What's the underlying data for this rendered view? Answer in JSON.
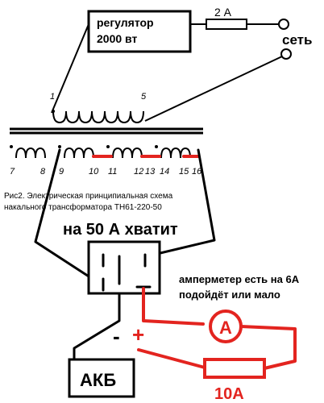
{
  "regulator": {
    "line1": "регулятор",
    "line2": "2000 вт"
  },
  "fuse_label": "2 А",
  "mains_label": "сеть",
  "winding_numbers": [
    "1",
    "5",
    "7",
    "8",
    "9",
    "10",
    "11",
    "12",
    "13",
    "14",
    "15",
    "16"
  ],
  "caption": {
    "line1": "Рис2. Электрическая принципиальная схема",
    "line2": "накального трансформатора ТН61-220-50"
  },
  "enough_label": "на 50 А хватит",
  "ammeter_note": {
    "line1": "амперметер есть на 6А",
    "line2": "подойдёт или мало"
  },
  "ammeter_symbol": "A",
  "minus_label": "-",
  "plus_label": "+",
  "battery_label": "АКБ",
  "shunt_label": "10А",
  "colors": {
    "annotation": "#e3241f",
    "wire": "#000000"
  }
}
